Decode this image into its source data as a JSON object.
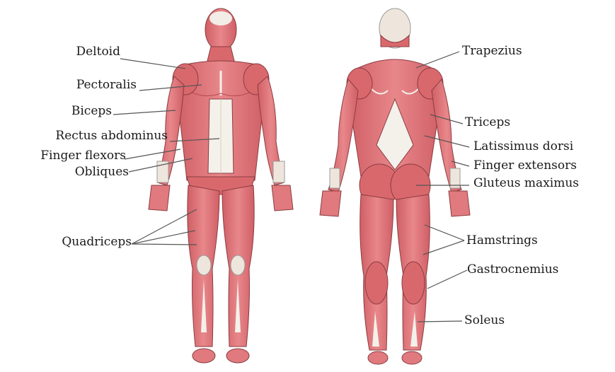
{
  "colors": {
    "muscle": "#e07a7f",
    "muscle_dark": "#c4565c",
    "tendon": "#f4f0ea",
    "skin_outline": "#8a3c40",
    "leader": "#555555"
  },
  "labels": {
    "front": {
      "deltoid": "Deltoid",
      "pectoralis": "Pectoralis",
      "biceps": "Biceps",
      "rectus_abdominus": "Rectus abdominus",
      "finger_flexors": "Finger flexors",
      "obliques": "Obliques",
      "quadriceps": "Quadriceps"
    },
    "back": {
      "trapezius": "Trapezius",
      "triceps": "Triceps",
      "latissimus_dorsi": "Latissimus dorsi",
      "finger_extensors": "Finger extensors",
      "gluteus_maximus": "Gluteus maximus",
      "hamstrings": "Hamstrings",
      "gastrocnemius": "Gastrocnemius",
      "soleus": "Soleus"
    }
  }
}
